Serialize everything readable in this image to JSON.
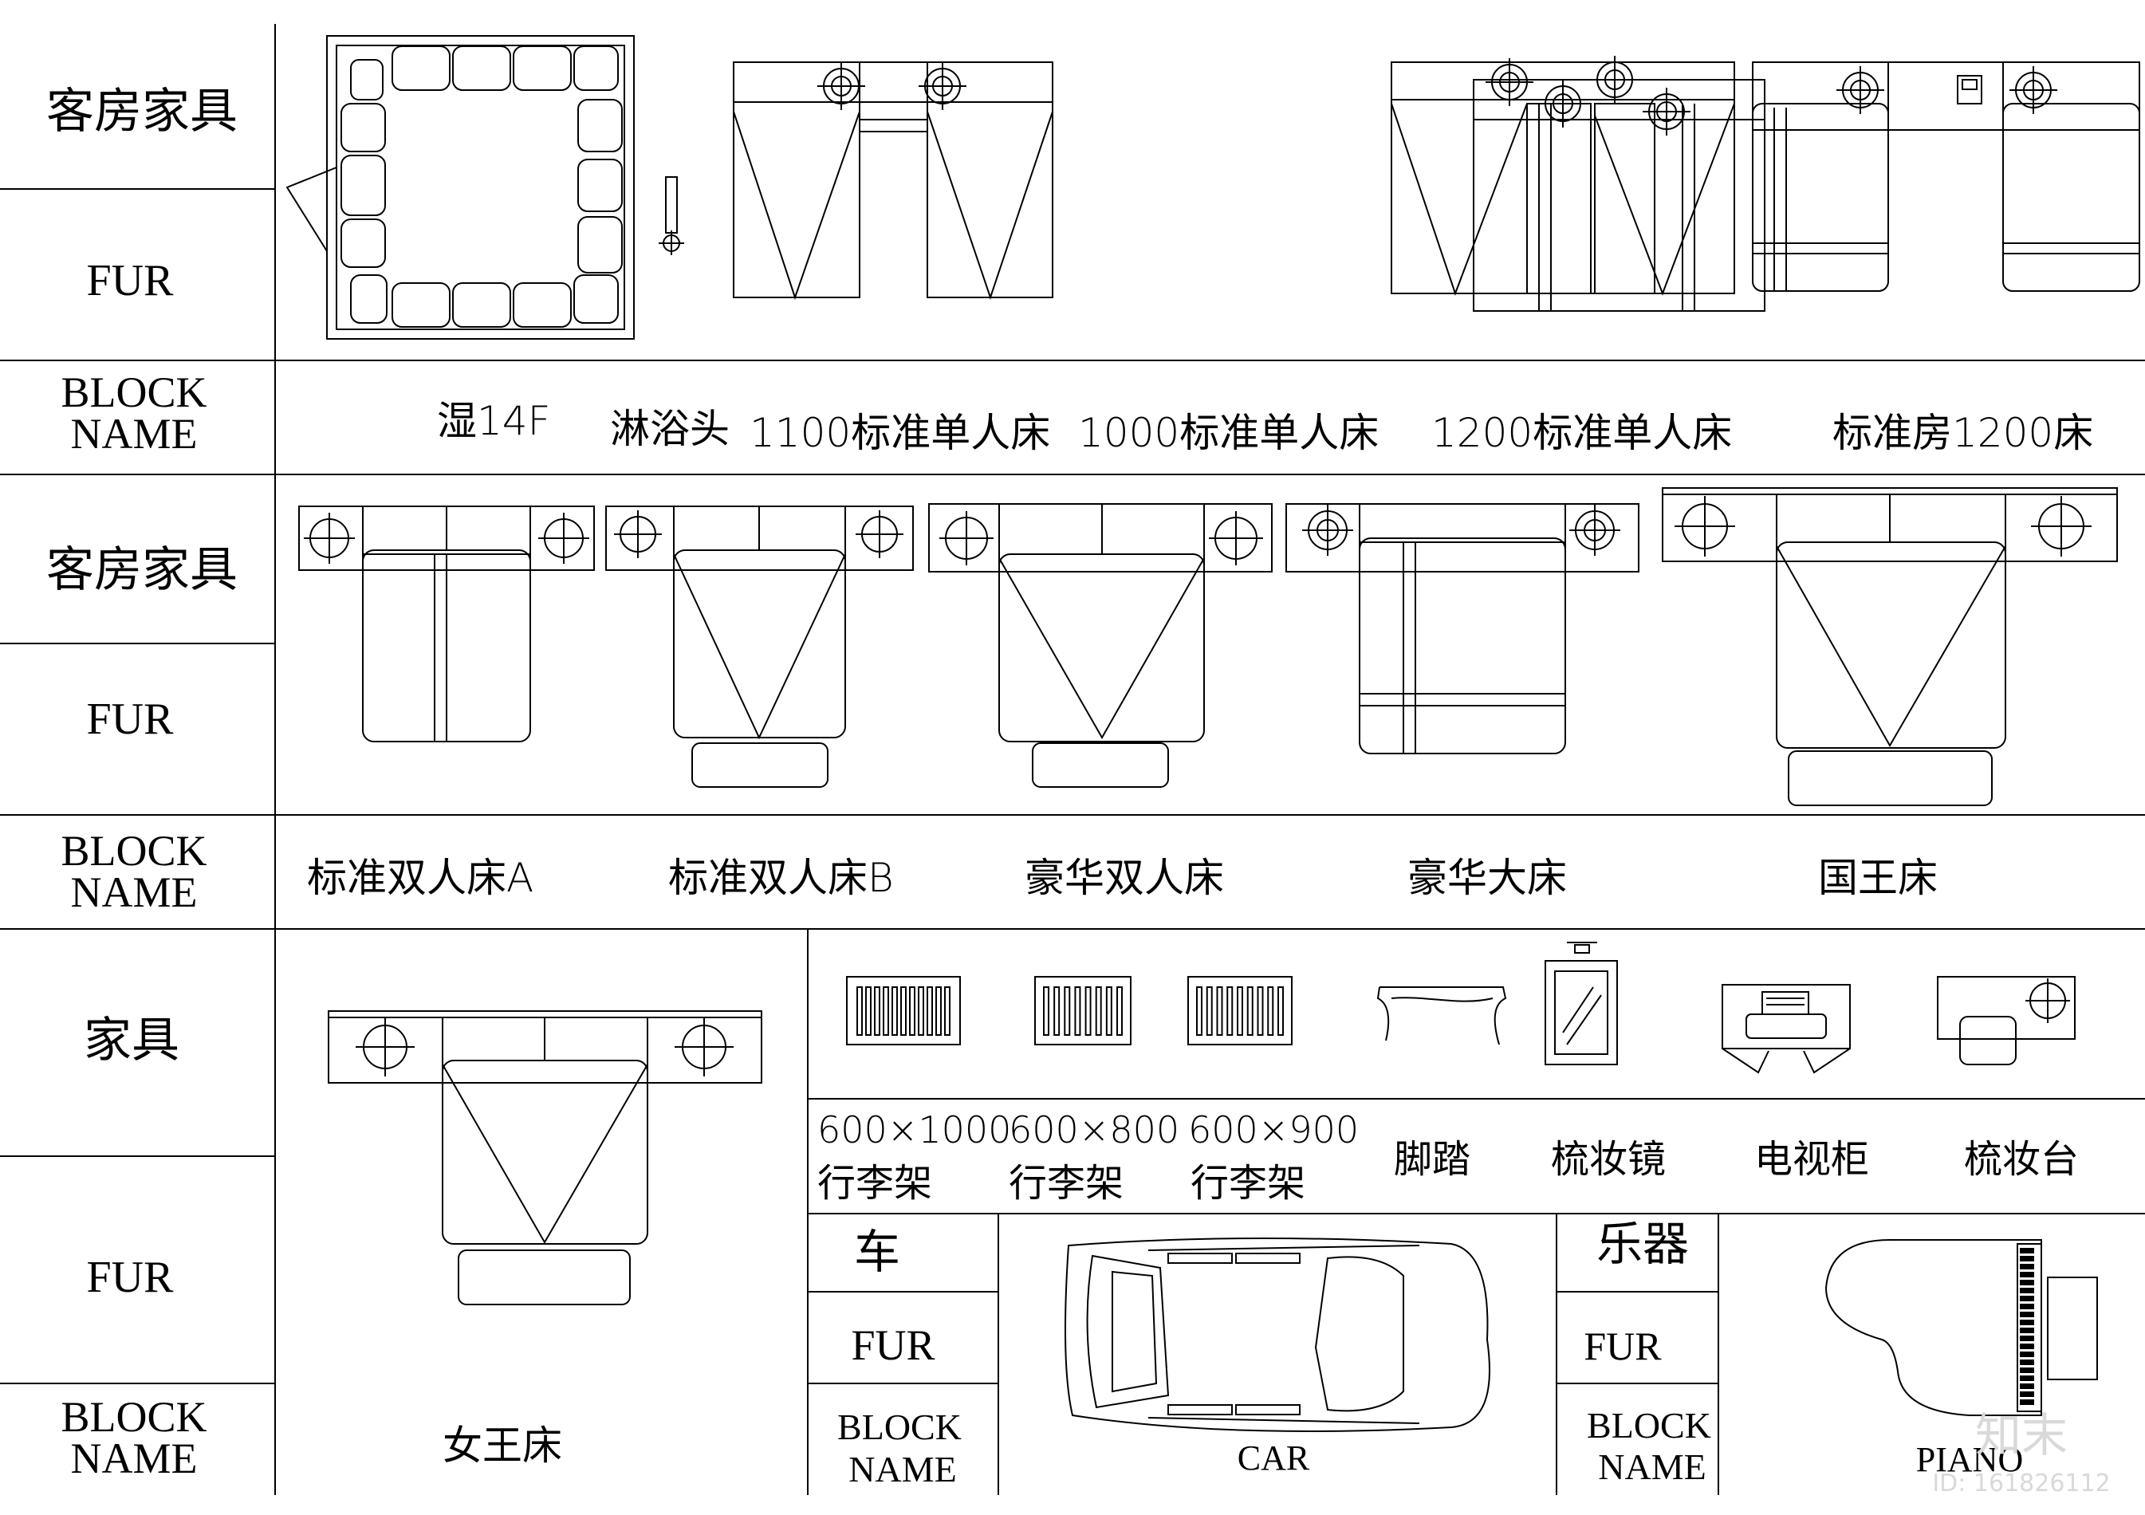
{
  "sections": {
    "guest_furniture": "客房家具",
    "furniture": "家具",
    "car": "车",
    "instrument": "乐器",
    "fur": "FUR",
    "block": "BLOCK",
    "name": "NAME"
  },
  "row1_labels": [
    "湿14F",
    "淋浴头",
    "1100标准单人床",
    "1000标准单人床",
    "1200标准单人床",
    "标准房1200床"
  ],
  "row2_labels": [
    "标准双人床A",
    "标准双人床B",
    "豪华双人床",
    "豪华大床",
    "国王床"
  ],
  "row3": {
    "bed_label": "女王床",
    "dims": [
      "600×1000",
      "600×800",
      "600×900"
    ],
    "rack_label": "行李架",
    "items": [
      "脚踏",
      "梳妆镜",
      "电视柜",
      "梳妆台"
    ],
    "car_label": "CAR",
    "piano_label": "PIANO"
  },
  "watermark": {
    "logo": "知末",
    "id": "ID: 161826112"
  }
}
